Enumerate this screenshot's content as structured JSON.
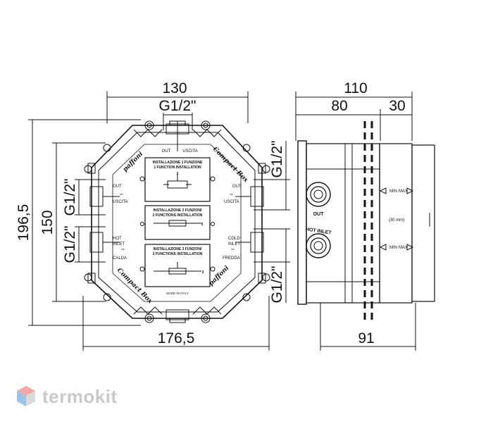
{
  "dimensions": {
    "width_front": "130",
    "thread_top": "G1/2\"",
    "height_overall": "196,5",
    "height_inner": "150",
    "thread_left_top": "G1/2\"",
    "thread_left_bottom": "G1/2\"",
    "thread_right_top": "G1/2\"",
    "thread_right_bottom": "G1/2\"",
    "width_bottom": "176,5",
    "depth_total": "110",
    "depth_body": "80",
    "depth_extension": "30",
    "depth_bottom": "91"
  },
  "front_labels": {
    "out_top": "OUT",
    "uscita_top": "USCITA",
    "out_left": "OUT",
    "uscita_left": "USCITA",
    "out_right": "OUT",
    "uscita_right": "USCITA",
    "hot": "HOT",
    "inlet_left": "INLET",
    "calda": "CALDA",
    "cold": "COLD",
    "inlet_right": "INLET",
    "fredda": "FREDDA",
    "brand": "paffoni",
    "product": "Compact Box",
    "made_in": "MADE IN ITALY"
  },
  "panels": [
    {
      "line1": "INSTALLAZIONE 1 FUNZIONE",
      "line2": "1 FUNCTION INSTALLATION",
      "num": "1"
    },
    {
      "line1": "INSTALLAZIONE 2 FUNZIONI",
      "line2": "2 FUNCTIONS INSTALLATION",
      "num": "2"
    },
    {
      "line1": "INSTALLAZIONE 3 FUNZIONI",
      "line2": "3 FUNCTIONS INSTALLATION",
      "num": "3"
    }
  ],
  "side_labels": {
    "out": "OUT",
    "hot_inlet": "HOT INLET",
    "min1": "MIN",
    "max1": "MAX",
    "range": "(30 mm)",
    "min2": "MIN",
    "max2": "MAX"
  },
  "logo": {
    "text": "termokit",
    "colors": {
      "top": "#f2a6a6",
      "left": "#9ec3e6",
      "right": "#d9d9d9"
    }
  }
}
